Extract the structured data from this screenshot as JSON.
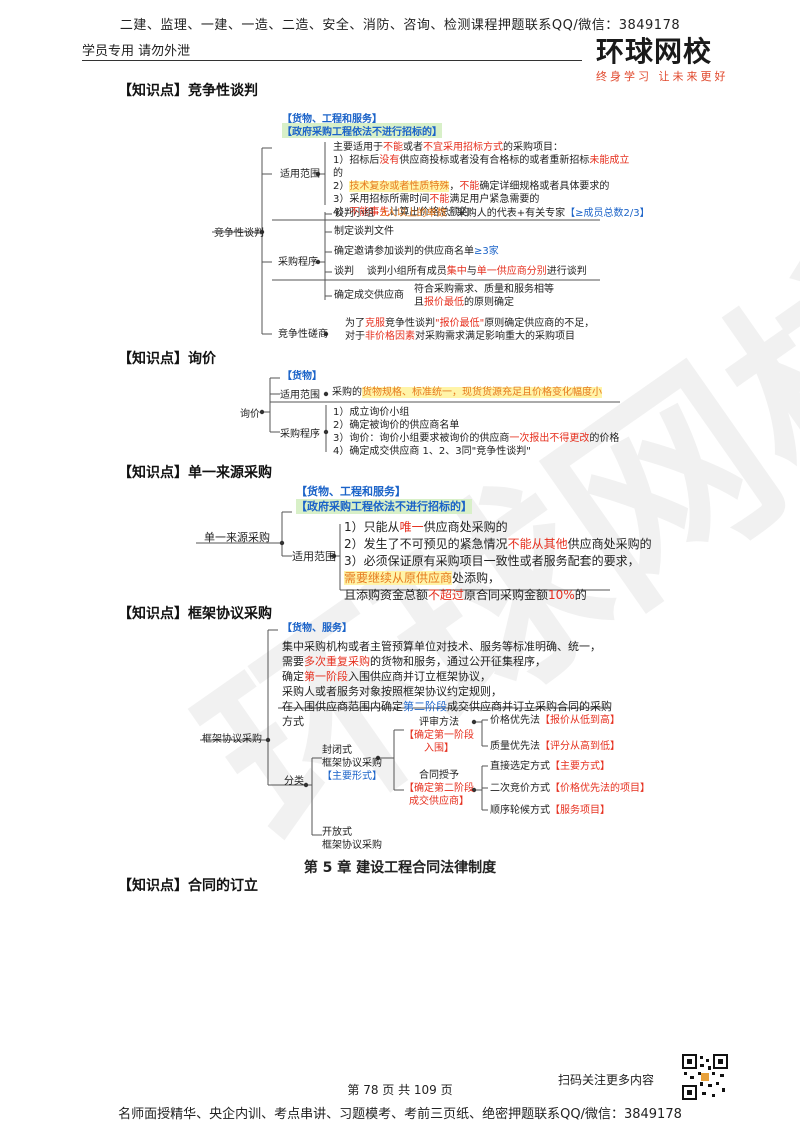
{
  "header": {
    "top_text": "二建、监理、一建、一造、二造、安全、消防、咨询、检测课程押题联系QQ/微信：3849178",
    "left_text": "学员专用 请勿外泄",
    "logo_main": "环球网校",
    "logo_sub": "终身学习 让未来更好"
  },
  "sections": {
    "s1": {
      "title": "【知识点】竞争性谈判",
      "root": "竞争性谈判",
      "top_tag1": "【货物、工程和服务】",
      "top_tag2": "【政府采购工程依法不进行招标的】",
      "scope": {
        "label": "适用范围",
        "intro_a": "主要适用于",
        "intro_b": "不能",
        "intro_c": "或者",
        "intro_d": "不宜采用招标方式",
        "intro_e": "的采购项目：",
        "i1_a": "1）招标后",
        "i1_b": "没有",
        "i1_c": "供应商投标或者没有合格标的或者重新招标",
        "i1_d": "未能成立",
        "i1_e": "的",
        "i2_a": "2）",
        "i2_b": "技术复杂或者性质特殊",
        "i2_c": "，",
        "i2_d": "不能",
        "i2_e": "确定详细规格或者具体要求的",
        "i3_a": "3）采用招标所需时间",
        "i3_b": "不能",
        "i3_c": "满足用户紧急需要的",
        "i4_a": "4）",
        "i4_b": "不能事先",
        "i4_c": "计算出价格总额的"
      },
      "procedure": {
        "label": "采购程序",
        "p1_label": "谈判小组",
        "p1_a": "3人以上的单数",
        "p1_b": "：采购人的代表+有关专家",
        "p1_c": "【≥成员总数2/3】",
        "p2": "制定谈判文件",
        "p3_a": "确定邀请参加谈判的供应商名单",
        "p3_b": "≥3家",
        "p4_label": "谈判",
        "p4_a": "谈判小组所有成员",
        "p4_b": "集中",
        "p4_c": "与",
        "p4_d": "单一供应商分别",
        "p4_e": "进行谈判",
        "p5_label": "确定成交供应商",
        "p5_a": "符合采购需求、质量和服务相等",
        "p5_b": "且",
        "p5_c": "报价最低",
        "p5_d": "的原则确定"
      },
      "consult": {
        "label": "竞争性磋商",
        "c1_a": "为了",
        "c1_b": "克服",
        "c1_c": "竞争性谈判",
        "c1_d": "\"报价最低\"",
        "c1_e": "原则确定供应商的不足，",
        "c2_a": "对于",
        "c2_b": "非价格因素",
        "c2_c": "对采购需求满足影响重大的采购项目"
      }
    },
    "s2": {
      "title": "【知识点】询价",
      "root": "询价",
      "tag": "【货物】",
      "scope_label": "适用范围",
      "scope_a": "采购的",
      "scope_b": "货物规格、标准统一，现货货源充足且价格变化幅度小",
      "proc_label": "采购程序",
      "p1": "1）成立询价小组",
      "p2": "2）确定被询价的供应商名单",
      "p3_a": "3）询价：询价小组要求被询价的供应商",
      "p3_b": "一次报出不得更改",
      "p3_c": "的价格",
      "p4": "4）确定成交供应商    1、2、3同\"竞争性谈判\""
    },
    "s3": {
      "title": "【知识点】单一来源采购",
      "root": "单一来源采购",
      "tag1": "【货物、工程和服务】",
      "tag2": "【政府采购工程依法不进行招标的】",
      "scope_label": "适用范围",
      "i1_a": "1）只能从",
      "i1_b": "唯一",
      "i1_c": "供应商处采购的",
      "i2_a": "2）发生了不可预见的紧急情况",
      "i2_b": "不能从其他",
      "i2_c": "供应商处采购的",
      "i3": "3）必须保证原有采购项目一致性或者服务配套的要求，",
      "i4_a": "需要继续从原供应商",
      "i4_b": "处添购，",
      "i5_a": "且添购资金总额",
      "i5_b": "不超过",
      "i5_c": "原合同采购金额",
      "i5_d": "10%",
      "i5_e": "的"
    },
    "s4": {
      "title": "【知识点】框架协议采购",
      "root": "框架协议采购",
      "tag": "【货物、服务】",
      "d1": "集中采购机构或者主管预算单位对技术、服务等标准明确、统一，",
      "d2_a": "需要",
      "d2_b": "多次重复采购",
      "d2_c": "的货物和服务，通过公开征集程序，",
      "d3_a": "确定",
      "d3_b": "第一阶段",
      "d3_c": "入围供应商并订立框架协议，",
      "d4": "采购人或者服务对象按照框架协议约定规则，",
      "d5_a": "在入围供应商范围内确定",
      "d5_b": "第二阶段",
      "d5_c": "成交供应商并订立采购合同的采购方式",
      "cat_label": "分类",
      "closed_1": "封闭式",
      "closed_2": "框架协议采购",
      "closed_3": "【主要形式】",
      "eval_1": "评审方法",
      "eval_2": "【确定第一阶段",
      "eval_3": "入围】",
      "e1_a": "价格优先法",
      "e1_b": "【报价从低到高】",
      "e2_a": "质量优先法",
      "e2_b": "【评分从高到低】",
      "award_1": "合同授予",
      "award_2": "【确定第二阶段",
      "award_3": "成交供应商】",
      "a1_a": "直接选定方式",
      "a1_b": "【主要方式】",
      "a2_a": "二次竞价方式",
      "a2_b": "【价格优先法的项目】",
      "a3_a": "顺序轮候方式",
      "a3_b": "【服务项目】",
      "open_1": "开放式",
      "open_2": "框架协议采购"
    }
  },
  "chapter": "第 5 章   建设工程合同法律制度",
  "last_title": "【知识点】合同的订立",
  "footer": {
    "scan_text": "扫码关注更多内容",
    "page_text": "第 78 页 共 109 页",
    "bottom_text": "名师面授精华、央企内训、考点串讲、习题模考、考前三页纸、绝密押题联系QQ/微信：3849178"
  },
  "watermark": "环球网校"
}
